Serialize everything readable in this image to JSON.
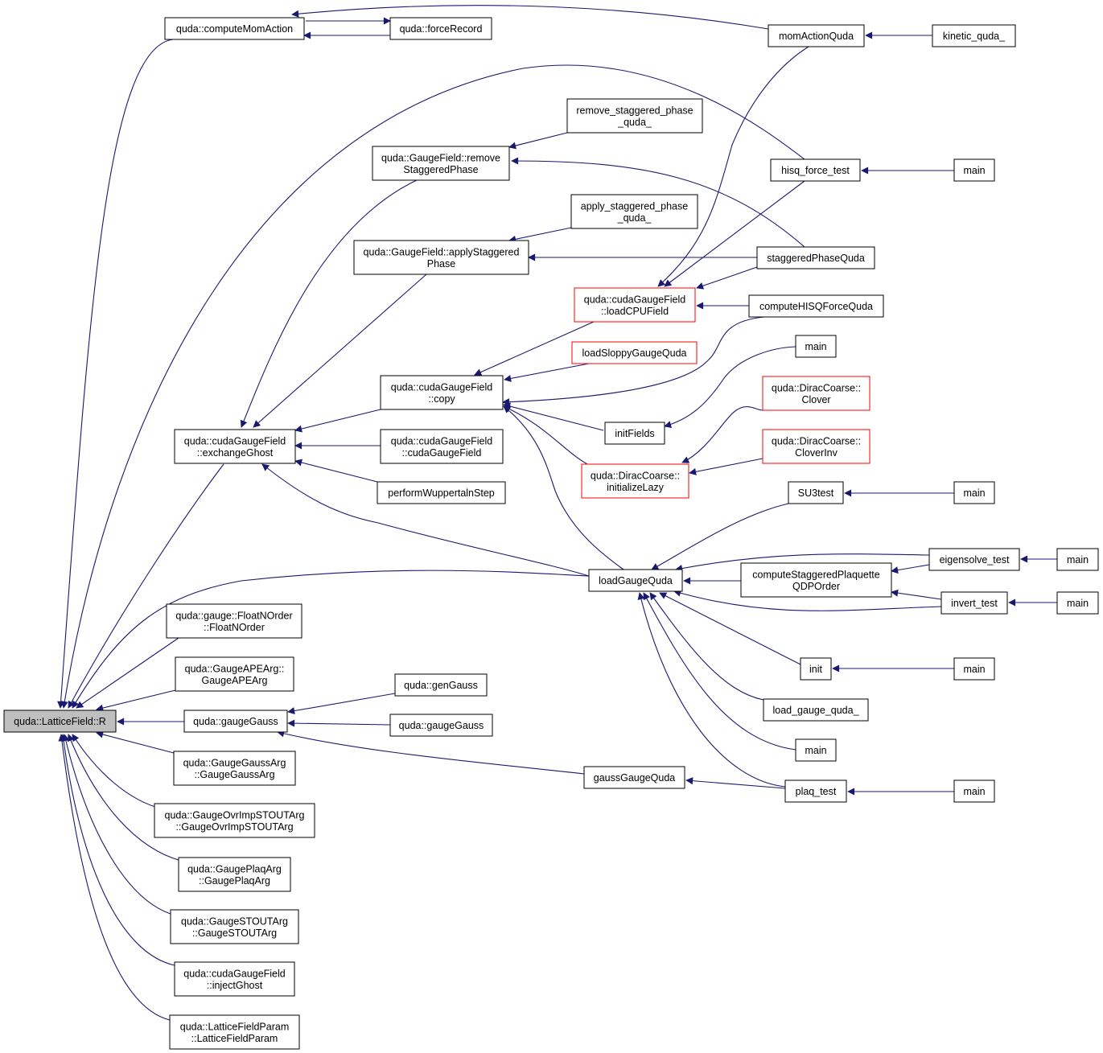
{
  "colors": {
    "edge": "#191970",
    "node_border": "#000000",
    "node_border_highlight": "#ff0000",
    "root_fill": "#bfbfbf",
    "node_fill": "#ffffff"
  },
  "nodes": {
    "root": {
      "lines": [
        "quda::LatticeField::R"
      ]
    },
    "computeMomAction": {
      "lines": [
        "quda::computeMomAction"
      ]
    },
    "forceRecord": {
      "lines": [
        "quda::forceRecord"
      ]
    },
    "momActionQuda": {
      "lines": [
        "momActionQuda"
      ]
    },
    "kineticQuda": {
      "lines": [
        "kinetic_quda_"
      ]
    },
    "removeStaggeredPhaseQuda": {
      "lines": [
        "remove_staggered_phase",
        "_quda_"
      ]
    },
    "removeStaggeredPhase": {
      "lines": [
        "quda::GaugeField::remove",
        "StaggeredPhase"
      ]
    },
    "hisqForceTest": {
      "lines": [
        "hisq_force_test"
      ]
    },
    "mainHisq": {
      "lines": [
        "main"
      ]
    },
    "applyStaggeredPhaseQuda": {
      "lines": [
        "apply_staggered_phase",
        "_quda_"
      ]
    },
    "applyStaggeredPhase": {
      "lines": [
        "quda::GaugeField::applyStaggered",
        "Phase"
      ]
    },
    "staggeredPhaseQuda": {
      "lines": [
        "staggeredPhaseQuda"
      ]
    },
    "loadCPUField": {
      "lines": [
        "quda::cudaGaugeField",
        "::loadCPUField"
      ]
    },
    "computeHISQForceQuda": {
      "lines": [
        "computeHISQForceQuda"
      ]
    },
    "loadSloppyGaugeQuda": {
      "lines": [
        "loadSloppyGaugeQuda"
      ]
    },
    "mainA": {
      "lines": [
        "main"
      ]
    },
    "copy": {
      "lines": [
        "quda::cudaGaugeField",
        "::copy"
      ]
    },
    "diracClover": {
      "lines": [
        "quda::DiracCoarse::",
        "Clover"
      ]
    },
    "initFields": {
      "lines": [
        "initFields"
      ]
    },
    "exchangeGhost": {
      "lines": [
        "quda::cudaGaugeField",
        "::exchangeGhost"
      ]
    },
    "cudaGaugeFieldCtor": {
      "lines": [
        "quda::cudaGaugeField",
        "::cudaGaugeField"
      ]
    },
    "diracCloverInv": {
      "lines": [
        "quda::DiracCoarse::",
        "CloverInv"
      ]
    },
    "initializeLazy": {
      "lines": [
        "quda::DiracCoarse::",
        "initializeLazy"
      ]
    },
    "performWuppertal": {
      "lines": [
        "performWuppertalnStep"
      ]
    },
    "su3test": {
      "lines": [
        "SU3test"
      ]
    },
    "mainSU3": {
      "lines": [
        "main"
      ]
    },
    "eigensolveTest": {
      "lines": [
        "eigensolve_test"
      ]
    },
    "mainEigen": {
      "lines": [
        "main"
      ]
    },
    "loadGaugeQuda": {
      "lines": [
        "loadGaugeQuda"
      ]
    },
    "computeStaggeredPlaq": {
      "lines": [
        "computeStaggeredPlaquette",
        "QDPOrder"
      ]
    },
    "invertTest": {
      "lines": [
        "invert_test"
      ]
    },
    "mainInvert": {
      "lines": [
        "main"
      ]
    },
    "floatNOrder": {
      "lines": [
        "quda::gauge::FloatNOrder",
        "::FloatNOrder"
      ]
    },
    "init": {
      "lines": [
        "init"
      ]
    },
    "mainInit": {
      "lines": [
        "main"
      ]
    },
    "gaugeAPEArg": {
      "lines": [
        "quda::GaugeAPEArg::",
        "GaugeAPEArg"
      ]
    },
    "genGauss": {
      "lines": [
        "quda::genGauss"
      ]
    },
    "loadGaugeQudaUnd": {
      "lines": [
        "load_gauge_quda_"
      ]
    },
    "gaugeGauss": {
      "lines": [
        "quda::gaugeGauss"
      ]
    },
    "gaugeGauss2": {
      "lines": [
        "quda::gaugeGauss"
      ]
    },
    "mainB": {
      "lines": [
        "main"
      ]
    },
    "gaugeGaussArg": {
      "lines": [
        "quda::GaugeGaussArg",
        "::GaugeGaussArg"
      ]
    },
    "gaussGaugeQuda": {
      "lines": [
        "gaussGaugeQuda"
      ]
    },
    "plaqTest": {
      "lines": [
        "plaq_test"
      ]
    },
    "mainPlaq": {
      "lines": [
        "main"
      ]
    },
    "gaugeOvrImp": {
      "lines": [
        "quda::GaugeOvrImpSTOUTArg",
        "::GaugeOvrImpSTOUTArg"
      ]
    },
    "gaugePlaqArg": {
      "lines": [
        "quda::GaugePlaqArg",
        "::GaugePlaqArg"
      ]
    },
    "gaugeSTOUTArg": {
      "lines": [
        "quda::GaugeSTOUTArg",
        "::GaugeSTOUTArg"
      ]
    },
    "injectGhost": {
      "lines": [
        "quda::cudaGaugeField",
        "::injectGhost"
      ]
    },
    "latticeFieldParam": {
      "lines": [
        "quda::LatticeFieldParam",
        "::LatticeFieldParam"
      ]
    }
  }
}
